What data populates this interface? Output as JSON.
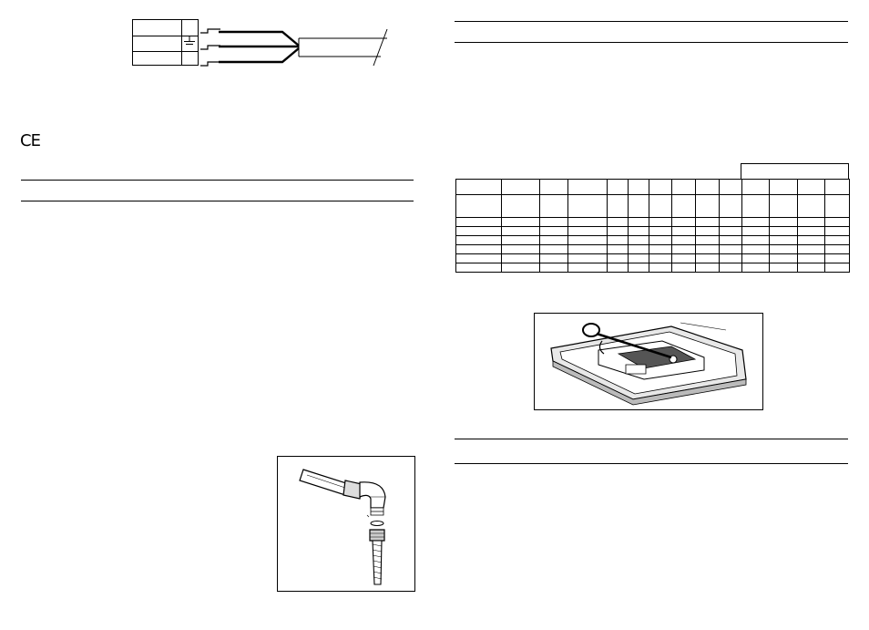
{
  "left_page": {
    "ce_mark": "CE",
    "wiring_diagram": {
      "terminal_rows": 3,
      "earth_symbol": "earth-ground-icon"
    },
    "hose_figure": {
      "icon": "gas-hose-elbow-connector-icon"
    }
  },
  "right_page": {
    "table": {
      "columns": 14,
      "header_span_columns": 4,
      "rows": 8
    },
    "oven_figure": {
      "icon": "oven-burner-adjustment-icon"
    }
  }
}
